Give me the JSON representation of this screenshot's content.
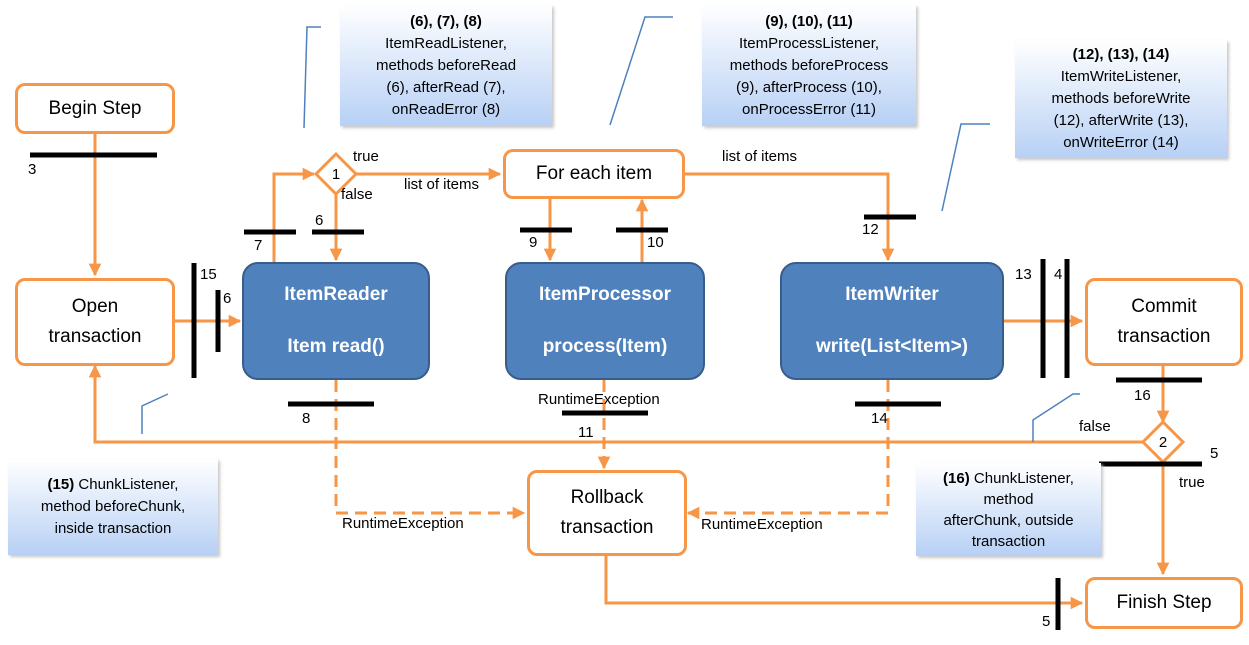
{
  "boxes": {
    "begin_step": "Begin Step",
    "open_transaction": [
      "Open",
      "transaction"
    ],
    "for_each_item": "For each item",
    "item_reader": [
      "ItemReader",
      "Item read()"
    ],
    "item_processor": [
      "ItemProcessor",
      "process(Item)"
    ],
    "item_writer": [
      "ItemWriter",
      "write(List<Item>)"
    ],
    "commit_transaction": [
      "Commit",
      "transaction"
    ],
    "rollback_transaction": [
      "Rollback",
      "transaction"
    ],
    "finish_step": "Finish Step"
  },
  "decisions": {
    "d1": "1",
    "d2": "2"
  },
  "notes": {
    "read_listener": {
      "head": "(6), (7), (8)",
      "lines": [
        "ItemReadListener,",
        "methods beforeRead",
        "(6), afterRead (7),",
        "onReadError (8)"
      ]
    },
    "process_listener": {
      "head": "(9), (10), (11)",
      "lines": [
        "ItemProcessListener,",
        "methods beforeProcess",
        "(9), afterProcess (10),",
        "onProcessError (11)"
      ]
    },
    "write_listener": {
      "head": "(12), (13), (14)",
      "lines": [
        "ItemWriteListener,",
        "methods beforeWrite",
        "(12), afterWrite (13),",
        "onWriteError (14)"
      ]
    },
    "chunk_before": {
      "head": "(15)",
      "first": "ChunkListener,",
      "lines": [
        "method beforeChunk,",
        "inside transaction"
      ]
    },
    "chunk_after": {
      "head": "(16)",
      "first": "ChunkListener,",
      "lines": [
        "method",
        "afterChunk, outside",
        "transaction"
      ]
    }
  },
  "labels": {
    "true_1": "true",
    "false_1": "false",
    "list_items_1": "list of items",
    "list_items_2": "list of items",
    "false_2": "false",
    "true_2": "true",
    "runtime_1": "RuntimeException",
    "runtime_2": "RuntimeException",
    "runtime_3": "RuntimeException"
  },
  "numbers": {
    "n3": "3",
    "n7": "7",
    "n6a": "6",
    "n15": "15",
    "n6b": "6",
    "n8": "8",
    "n9": "9",
    "n10": "10",
    "n11": "11",
    "n12": "12",
    "n13": "13",
    "n4": "4",
    "n14": "14",
    "n16": "16",
    "n5a": "5",
    "n5b": "5"
  },
  "colors": {
    "flow": "#f79646",
    "box_fill": "#4f81bd",
    "box_border": "#385d8a",
    "bar": "#000000",
    "callout": "#4f81bd"
  }
}
